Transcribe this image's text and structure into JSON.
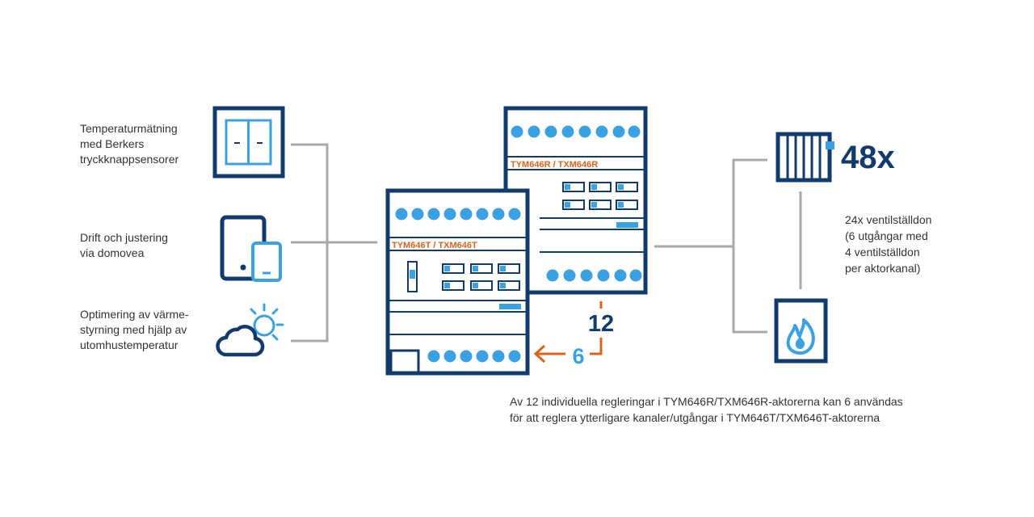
{
  "inputs": {
    "sensors": [
      "Temperaturmätning",
      "med Berkers",
      "tryckknappsensorer"
    ],
    "app": [
      "Drift och justering",
      "via domovea"
    ],
    "weather": [
      "Optimering av värme-",
      "styrning med hjälp av",
      "utomhustemperatur"
    ]
  },
  "actuators": {
    "front_label": "TYM646T / TXM646T",
    "back_label": "TYM646R / TXM646R"
  },
  "connections": {
    "count_back": "12",
    "count_front": "6"
  },
  "outputs": {
    "multiplier": "48x",
    "valves": [
      "24x ventilställdon",
      "(6 utgångar med",
      "4 ventilställdon",
      "per aktorkanal)"
    ]
  },
  "caption": [
    "Av 12 individuella regleringar i TYM646R/TXM646R-aktorerna kan 6 användas",
    "för att reglera ytterligare kanaler/utgångar i TYM646T/TXM646T-aktorerna"
  ],
  "colors": {
    "navy": "#123a6b",
    "blue": "#3ca1e0",
    "orange": "#d9641e",
    "gray": "#a9a9a9"
  }
}
